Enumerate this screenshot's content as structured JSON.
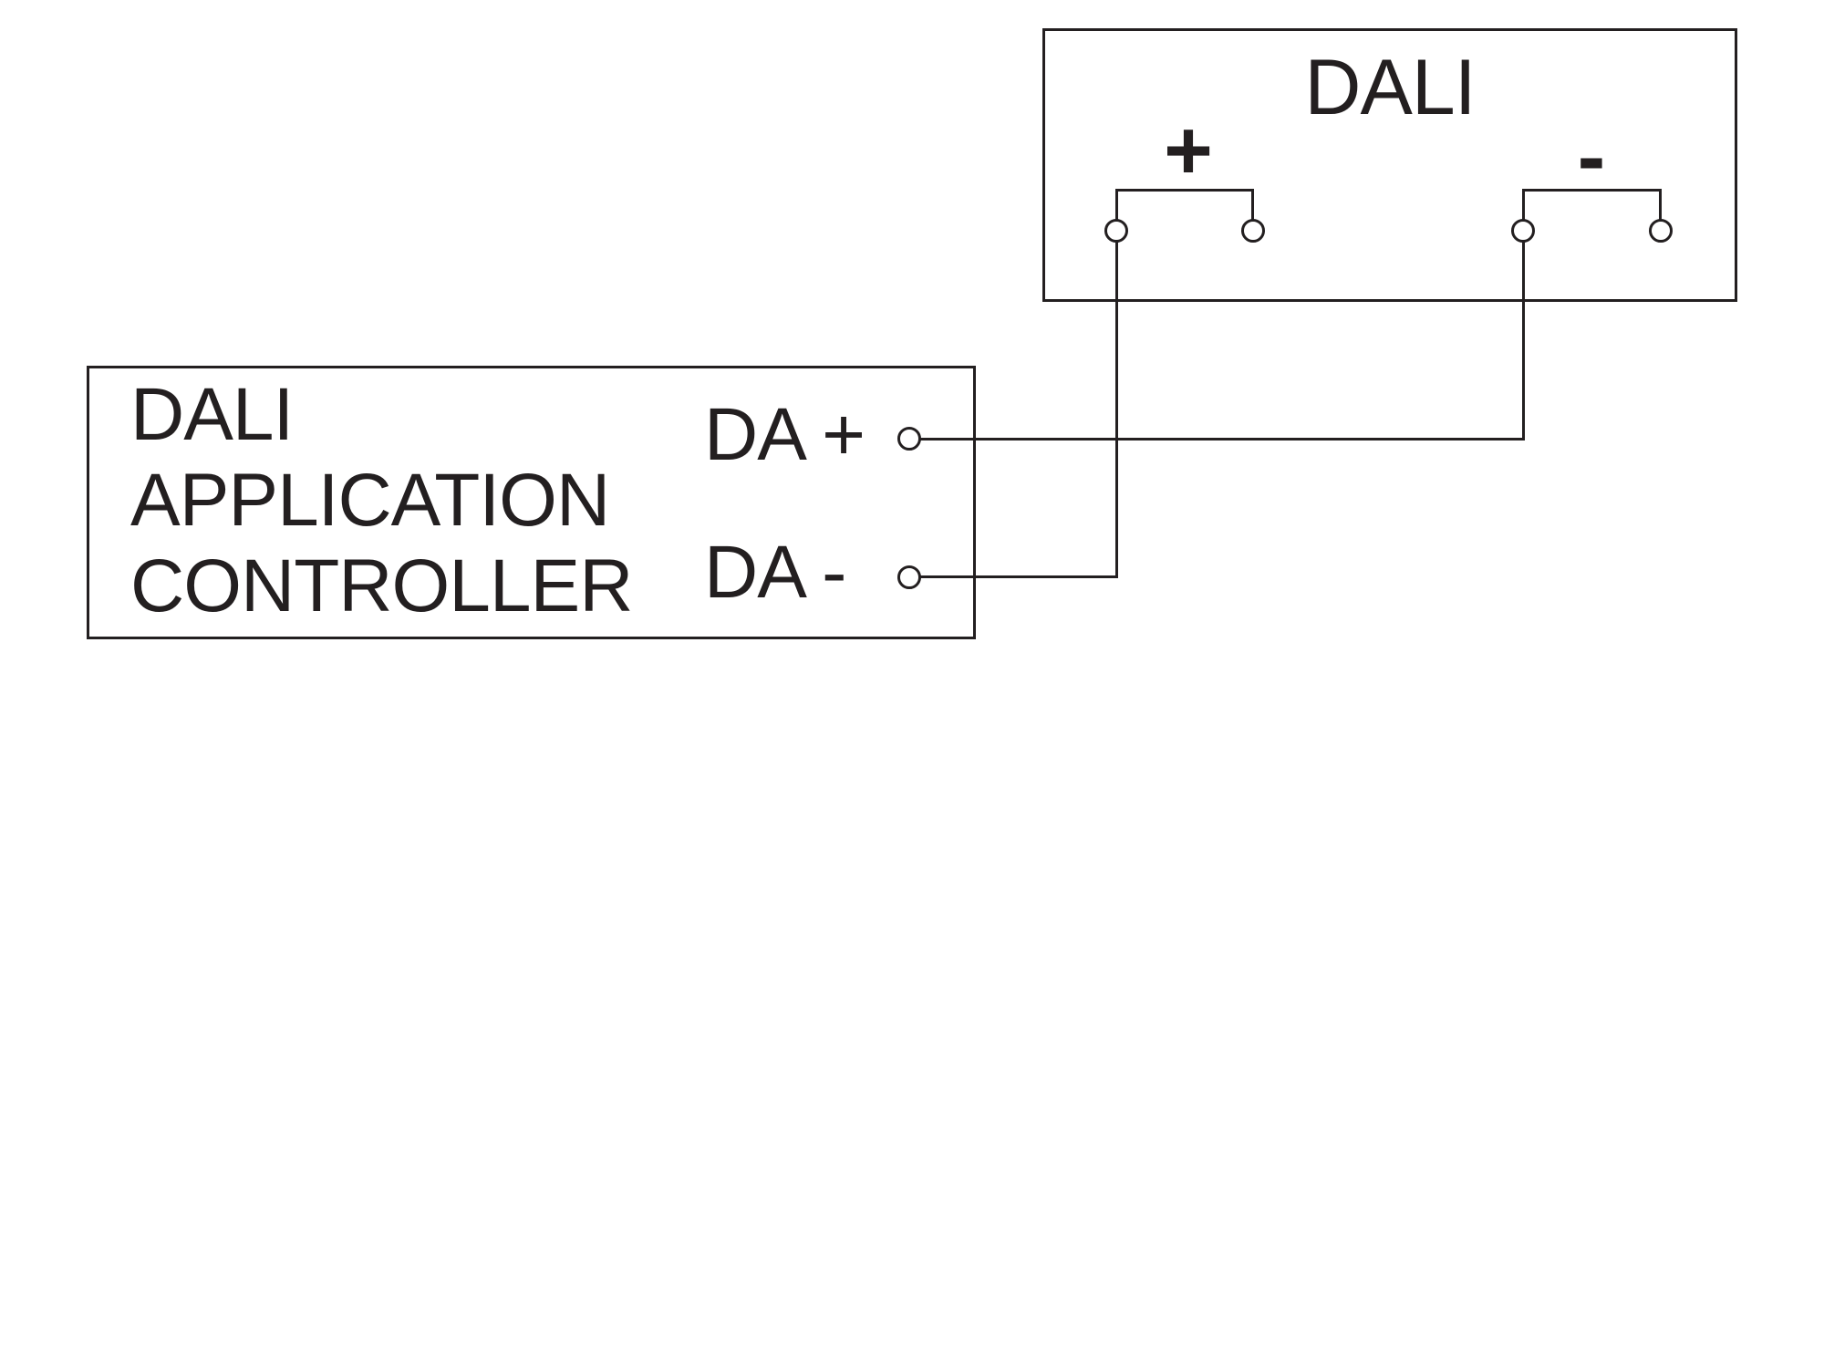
{
  "diagram": {
    "background_color": "#ffffff",
    "line_color": "#231f20",
    "dali_device": {
      "title": "DALI",
      "plus_label": "+",
      "minus_label": "-"
    },
    "controller": {
      "title_lines": [
        "DALI",
        "APPLICATION",
        "CONTROLLER"
      ],
      "port_plus_label": "DA +",
      "port_minus_label": "DA -"
    }
  }
}
